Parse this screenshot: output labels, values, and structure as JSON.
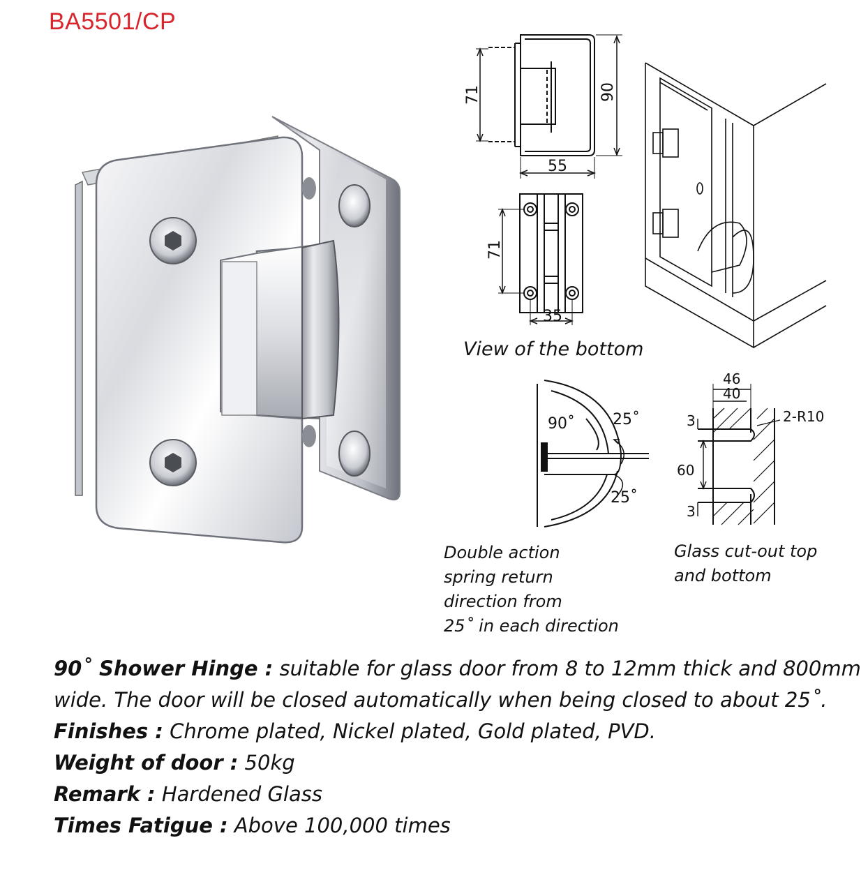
{
  "product_code": "BA5501/CP",
  "dims": {
    "d71_top": "71",
    "d90": "90",
    "d55": "55",
    "d71_bottom": "71",
    "d35": "35",
    "d46": "46",
    "d40": "40",
    "d3_top": "3",
    "d60": "60",
    "d3_bottom": "3",
    "r10": "2-R10",
    "a90": "90˚",
    "a25_top": "25˚",
    "a25_bottom": "25˚"
  },
  "captions": {
    "bottom_view": "View of the bottom",
    "double_action": [
      "Double action",
      "spring return",
      "direction from",
      "25˚ in each direction"
    ],
    "cutout": [
      "Glass cut-out top",
      "and bottom"
    ]
  },
  "specs": {
    "title_label": "90˚ Shower Hinge :",
    "title_value_1": " suitable for glass door from 8 to 12mm thick and 800mm",
    "title_value_2": "wide. The door will be closed automatically when being closed to about 25˚.",
    "finishes_label": "Finishes :",
    "finishes_value": " Chrome plated, Nickel plated, Gold plated, PVD.",
    "weight_label": "Weight of door :",
    "weight_value": " 50kg",
    "remark_label": "Remark :",
    "remark_value": " Hardened Glass",
    "fatigue_label": "Times Fatigue :",
    "fatigue_value": " Above 100,000 times"
  },
  "colors": {
    "product_code": "#d8242b",
    "line_art": "#111111"
  }
}
